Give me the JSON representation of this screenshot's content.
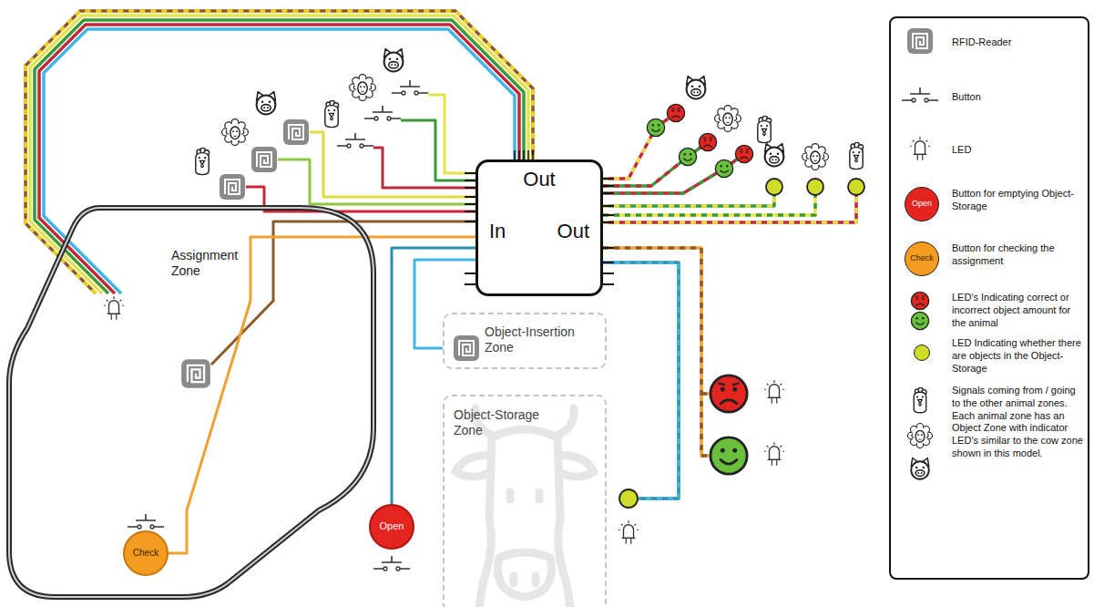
{
  "diagram": {
    "nodes": [
      {
        "text": [
          "Out",
          "In",
          "Out"
        ]
      },
      {
        "text": [
          "Assignment Zone"
        ]
      },
      {
        "text": [
          "Check"
        ],
        "in": 1
      },
      {
        "text": [
          "Object-Insertion Zone"
        ]
      },
      {
        "text": [
          "Object-Storage Zone"
        ]
      },
      {
        "text": [
          "Open"
        ]
      }
    ],
    "edges": [
      {
        "from": 2,
        "to": 0,
        "arrow": "none"
      },
      {
        "from": 5,
        "to": 0,
        "arrow": "none"
      },
      {
        "from": 3,
        "to": 0,
        "arrow": "none"
      }
    ],
    "labels": [
      "Open",
      "Check"
    ],
    "legend": [
      {
        "text": "RFID-Reader"
      },
      {
        "text": "Button"
      },
      {
        "text": "LED"
      },
      {
        "text": "Button for emptying Object-Storage",
        "color": "#e3241f"
      },
      {
        "text": "Button for checking the assignment",
        "color": "#f39c1f"
      },
      {
        "text": "LED's Indicating correct or incorrect object amount for the animal"
      },
      {
        "text": "LED Indicating whether there are objects in the Object-Storage",
        "color": "#cfdc29"
      },
      {
        "text": "Signals coming from / going to the other animal zones. Each animal zone has an Object Zone with indicator LED's similar to the cow zone shown in this model."
      }
    ]
  }
}
